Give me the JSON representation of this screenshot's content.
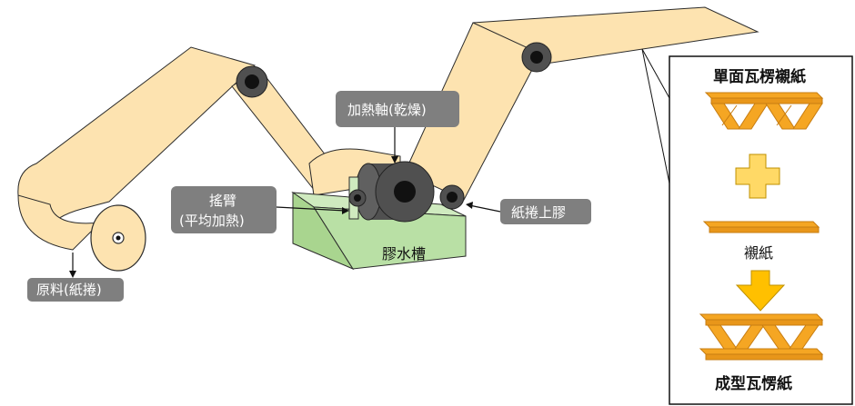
{
  "labels": {
    "raw_material": "原料(紙捲)",
    "swing_arm_line1": "搖臂",
    "swing_arm_line2": "(平均加熱)",
    "heating_axis": "加熱軸(乾燥)",
    "glue_roll": "紙捲上膠",
    "glue_tank": "膠水槽"
  },
  "panel": {
    "title": "單面瓦楞襯紙",
    "liner": "襯紙",
    "result": "成型瓦愣紙"
  },
  "colors": {
    "paper": "#fde3b0",
    "paper_stroke": "#2b2b2b",
    "roller": "#505050",
    "label_bg": "#7f7f7f",
    "tank": "#b9e0a5",
    "corrugated": "#f5a623",
    "plus": "#ffd966",
    "arrow": "#ffc000"
  },
  "icons": {
    "plus": "plus-icon",
    "down_arrow": "down-arrow-icon"
  }
}
